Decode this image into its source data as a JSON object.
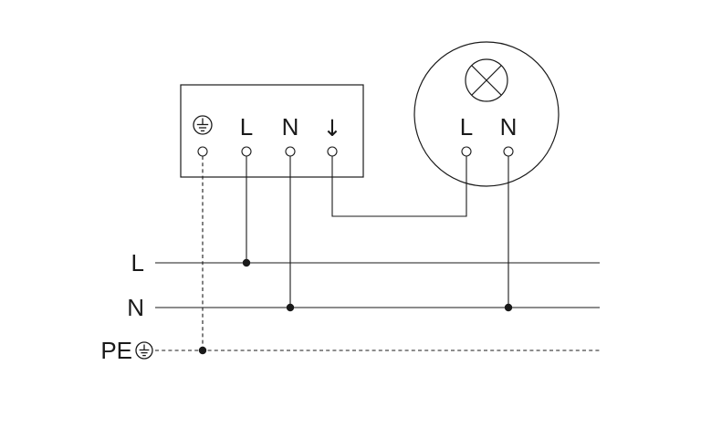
{
  "device": {
    "terminal_labels": {
      "live": "L",
      "neutral": "N",
      "switched_output": "↓"
    }
  },
  "luminaire": {
    "terminal_labels": {
      "live": "L",
      "neutral": "N"
    }
  },
  "supply_lines": {
    "live_label": "L",
    "neutral_label": "N",
    "earth_label": "PE"
  },
  "colors": {
    "line": "#1a1a1a",
    "background": "#ffffff"
  }
}
